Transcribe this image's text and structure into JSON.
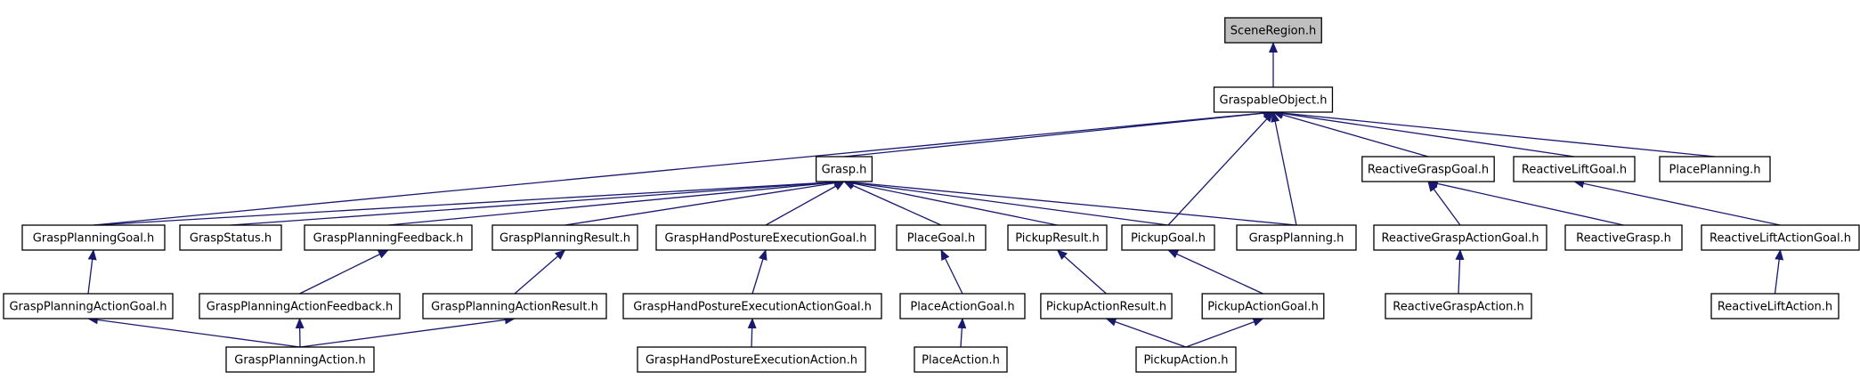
{
  "diagram": {
    "edge_color": "#191970",
    "root_fill": "#bfbfbf",
    "nodes": [
      {
        "id": "scene-region",
        "label": "SceneRegion.h",
        "root": true
      },
      {
        "id": "graspable-object",
        "label": "GraspableObject.h"
      },
      {
        "id": "grasp",
        "label": "Grasp.h"
      },
      {
        "id": "reactive-grasp-goal",
        "label": "ReactiveGraspGoal.h"
      },
      {
        "id": "reactive-lift-goal",
        "label": "ReactiveLiftGoal.h"
      },
      {
        "id": "place-planning",
        "label": "PlacePlanning.h"
      },
      {
        "id": "grasp-planning-goal",
        "label": "GraspPlanningGoal.h"
      },
      {
        "id": "grasp-status",
        "label": "GraspStatus.h"
      },
      {
        "id": "grasp-planning-feedback",
        "label": "GraspPlanningFeedback.h"
      },
      {
        "id": "grasp-planning-result",
        "label": "GraspPlanningResult.h"
      },
      {
        "id": "grasp-hand-posture-execution-goal",
        "label": "GraspHandPostureExecutionGoal.h"
      },
      {
        "id": "place-goal",
        "label": "PlaceGoal.h"
      },
      {
        "id": "pickup-result",
        "label": "PickupResult.h"
      },
      {
        "id": "pickup-goal",
        "label": "PickupGoal.h"
      },
      {
        "id": "grasp-planning",
        "label": "GraspPlanning.h"
      },
      {
        "id": "reactive-grasp-action-goal",
        "label": "ReactiveGraspActionGoal.h"
      },
      {
        "id": "reactive-grasp",
        "label": "ReactiveGrasp.h"
      },
      {
        "id": "reactive-lift-action-goal",
        "label": "ReactiveLiftActionGoal.h"
      },
      {
        "id": "grasp-planning-action-goal",
        "label": "GraspPlanningActionGoal.h"
      },
      {
        "id": "grasp-planning-action-feedback",
        "label": "GraspPlanningActionFeedback.h"
      },
      {
        "id": "grasp-planning-action-result",
        "label": "GraspPlanningActionResult.h"
      },
      {
        "id": "grasp-hand-posture-execution-action-goal",
        "label": "GraspHandPostureExecutionActionGoal.h"
      },
      {
        "id": "place-action-goal",
        "label": "PlaceActionGoal.h"
      },
      {
        "id": "pickup-action-result",
        "label": "PickupActionResult.h"
      },
      {
        "id": "pickup-action-goal",
        "label": "PickupActionGoal.h"
      },
      {
        "id": "reactive-grasp-action",
        "label": "ReactiveGraspAction.h"
      },
      {
        "id": "reactive-lift-action",
        "label": "ReactiveLiftAction.h"
      },
      {
        "id": "grasp-planning-action",
        "label": "GraspPlanningAction.h"
      },
      {
        "id": "grasp-hand-posture-execution-action",
        "label": "GraspHandPostureExecutionAction.h"
      },
      {
        "id": "place-action",
        "label": "PlaceAction.h"
      },
      {
        "id": "pickup-action",
        "label": "PickupAction.h"
      }
    ],
    "edges": [
      {
        "from": "graspable-object",
        "to": "scene-region"
      },
      {
        "from": "grasp",
        "to": "graspable-object"
      },
      {
        "from": "grasp-planning-goal",
        "to": "graspable-object"
      },
      {
        "from": "pickup-goal",
        "to": "graspable-object"
      },
      {
        "from": "grasp-planning",
        "to": "graspable-object"
      },
      {
        "from": "reactive-grasp-goal",
        "to": "graspable-object"
      },
      {
        "from": "reactive-lift-goal",
        "to": "graspable-object"
      },
      {
        "from": "place-planning",
        "to": "graspable-object"
      },
      {
        "from": "grasp-planning-goal",
        "to": "grasp"
      },
      {
        "from": "grasp-status",
        "to": "grasp"
      },
      {
        "from": "grasp-planning-feedback",
        "to": "grasp"
      },
      {
        "from": "grasp-planning-result",
        "to": "grasp"
      },
      {
        "from": "grasp-hand-posture-execution-goal",
        "to": "grasp"
      },
      {
        "from": "place-goal",
        "to": "grasp"
      },
      {
        "from": "pickup-result",
        "to": "grasp"
      },
      {
        "from": "pickup-goal",
        "to": "grasp"
      },
      {
        "from": "grasp-planning",
        "to": "grasp"
      },
      {
        "from": "reactive-grasp-action-goal",
        "to": "reactive-grasp-goal"
      },
      {
        "from": "reactive-grasp",
        "to": "reactive-grasp-goal"
      },
      {
        "from": "reactive-lift-action-goal",
        "to": "reactive-lift-goal"
      },
      {
        "from": "grasp-planning-action-goal",
        "to": "grasp-planning-goal"
      },
      {
        "from": "grasp-planning-action-feedback",
        "to": "grasp-planning-feedback"
      },
      {
        "from": "grasp-planning-action-result",
        "to": "grasp-planning-result"
      },
      {
        "from": "grasp-hand-posture-execution-action-goal",
        "to": "grasp-hand-posture-execution-goal"
      },
      {
        "from": "place-action-goal",
        "to": "place-goal"
      },
      {
        "from": "pickup-action-result",
        "to": "pickup-result"
      },
      {
        "from": "pickup-action-goal",
        "to": "pickup-goal"
      },
      {
        "from": "reactive-grasp-action",
        "to": "reactive-grasp-action-goal"
      },
      {
        "from": "reactive-lift-action",
        "to": "reactive-lift-action-goal"
      },
      {
        "from": "grasp-planning-action",
        "to": "grasp-planning-action-goal"
      },
      {
        "from": "grasp-planning-action",
        "to": "grasp-planning-action-feedback"
      },
      {
        "from": "grasp-planning-action",
        "to": "grasp-planning-action-result"
      },
      {
        "from": "grasp-hand-posture-execution-action",
        "to": "grasp-hand-posture-execution-action-goal"
      },
      {
        "from": "place-action",
        "to": "place-action-goal"
      },
      {
        "from": "pickup-action",
        "to": "pickup-action-result"
      },
      {
        "from": "pickup-action",
        "to": "pickup-action-goal"
      }
    ]
  }
}
